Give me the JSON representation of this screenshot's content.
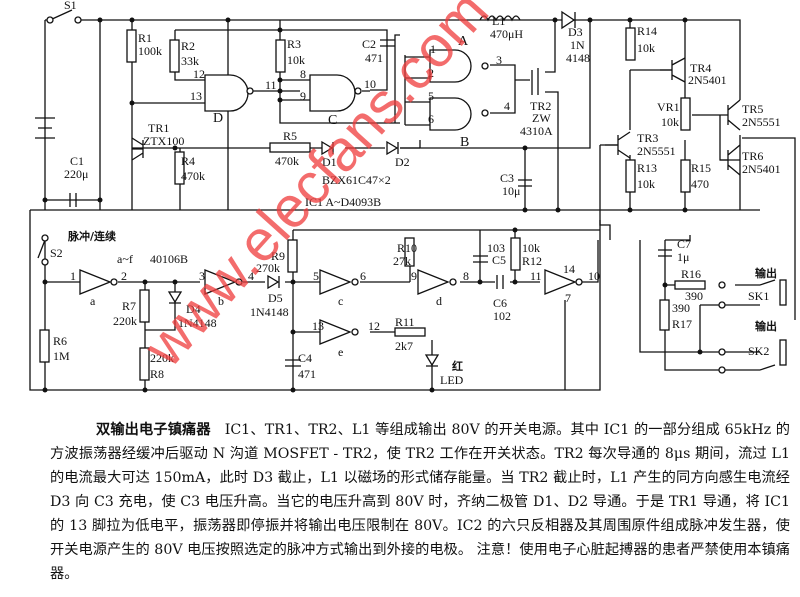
{
  "watermark": "www.elecfans.com",
  "labels": {
    "s1": "S1",
    "r1": "R1",
    "r1v": "100k",
    "r2": "R2",
    "r2v": "33k",
    "r3": "R3",
    "r3v": "10k",
    "c2": "C2",
    "c2v": "471",
    "gD": "D",
    "gC": "C",
    "gA": "A",
    "gB": "B",
    "p12": "12",
    "p13": "13",
    "p11": "11",
    "p8": "8",
    "p9": "9",
    "p10": "10",
    "p1": "1",
    "p2": "2",
    "p3": "3",
    "p4": "4",
    "p5": "5",
    "p6": "6",
    "l1": "L1",
    "l1v": "470μH",
    "d3": "D3",
    "d3v1": "1N",
    "d3v2": "4148",
    "tr2": "TR2",
    "tr2v1": "ZW",
    "tr2v2": "4310A",
    "tr1": "TR1",
    "tr1v": "ZTX100",
    "r4": "R4",
    "r4v": "470k",
    "r5": "R5",
    "r5v": "470k",
    "d1": "D1",
    "d2": "D2",
    "d12v": "BZX61C47×2",
    "ic1": "IC1  A~D4093B",
    "c1": "C1",
    "c1v": "220μ",
    "c3": "C3",
    "c3v": "10μ",
    "r14": "R14",
    "r14v": "10k",
    "tr4": "TR4",
    "tr4v": "2N5401",
    "vr1": "VR1",
    "vr1v": "10k",
    "tr5": "TR5",
    "tr5v": "2N5551",
    "tr3": "TR3",
    "tr3v": "2N5551",
    "r13": "R13",
    "r13v": "10k",
    "r15": "R15",
    "r15v": "470",
    "tr6": "TR6",
    "tr6v": "2N5401",
    "mode": "脉冲/连续",
    "s2": "S2",
    "ic2range": "a~f",
    "ic2": "40106B",
    "ga": "a",
    "gb": "b",
    "gc": "c",
    "gd": "d",
    "ge": "e",
    "gf_p14": "14",
    "gf_p7": "7",
    "b1": "1",
    "b2": "2",
    "b3": "3",
    "b4": "4",
    "b5": "5",
    "b6": "6",
    "b9": "9",
    "b8": "8",
    "b11": "11",
    "b10": "10",
    "b13": "13",
    "b12": "12",
    "r7": "R7",
    "r7v": "220k",
    "d4": "D4",
    "d4v": "1N4148",
    "r6": "R6",
    "r6v": "1M",
    "r8": "R8",
    "r8v": "220k",
    "d5": "D5",
    "d5v": "1N4148",
    "r9": "R9",
    "r9v": "270k",
    "r10": "R10",
    "r10v": "27k",
    "c5": "C5",
    "c5v": "103",
    "r12": "R12",
    "r12v": "10k",
    "c6": "C6",
    "c6v": "102",
    "c4": "C4",
    "c4v": "471",
    "r11": "R11",
    "r11v": "2k7",
    "led_color": "红",
    "led": "LED",
    "c7": "C7",
    "c7v": "1μ",
    "r16": "R16",
    "r16v": "390",
    "r17": "R17",
    "r17v": "390",
    "out1": "输出",
    "sk1": "SK1",
    "out2": "输出",
    "sk2": "SK2"
  },
  "caption": {
    "title": "双输出电子镇痛器",
    "body": "IC1、TR1、TR2、L1 等组成输出 80V 的开关电源。其中 IC1 的一部分组成 65kHz 的方波振荡器经缓冲后驱动 N 沟道 MOSFET - TR2，使 TR2 工作在开关状态。TR2 每次导通的 8μs 期间，流过 L1 的电流最大可达 150mA，此时 D3 截止，L1 以磁场的形式储存能量。当 TR2 截止时，L1 产生的同方向感生电流经 D3 向 C3 充电，使 C3 电压升高。当它的电压升高到 80V 时，齐纳二极管 D1、D2 导通。于是 TR1 导通，将 IC1 的 13 脚拉为低电平，振荡器即停振并将输出电压限制在 80V。IC2 的六只反相器及其周围原件组成脉冲发生器，使开关电源产生的 80V 电压按照选定的脉冲方式输出到外接的电极。 注意！使用电子心脏起搏器的患者严禁使用本镇痛器。"
  }
}
